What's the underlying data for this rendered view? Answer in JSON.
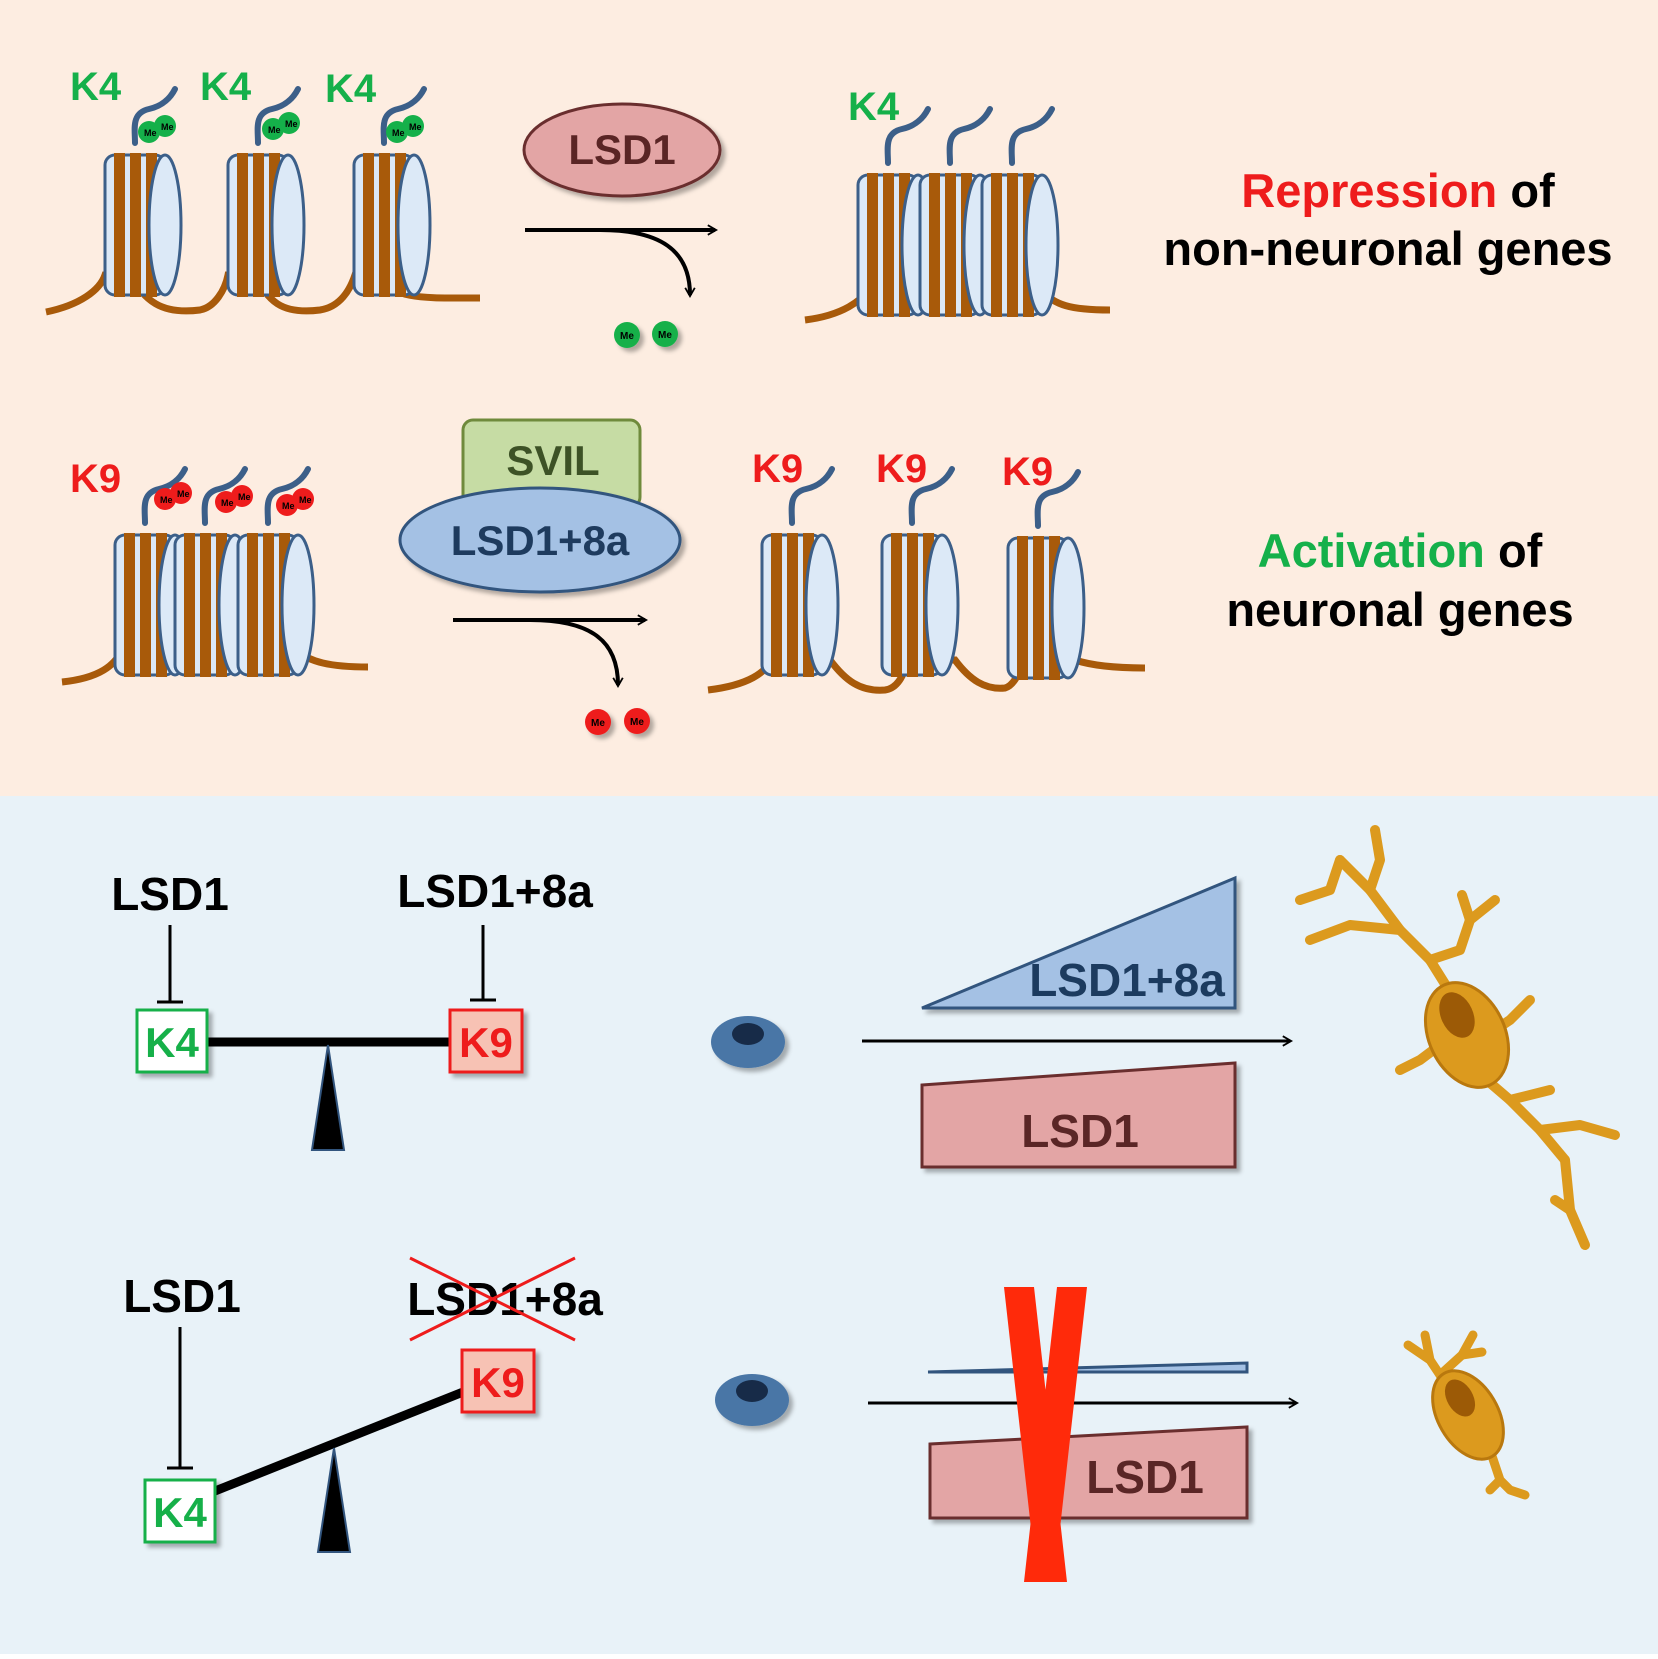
{
  "top": {
    "repression": {
      "left_marks": [
        "K4",
        "K4",
        "K4"
      ],
      "enzyme": "LSD1",
      "right_mark": "K4",
      "methyl": "Me",
      "caption_colored": "Repression",
      "caption_of": "of",
      "caption_line2": "non-neuronal genes"
    },
    "activation": {
      "left_mark": "K9",
      "cofactor": "SVIL",
      "enzyme": "LSD1+8a",
      "right_marks": [
        "K9",
        "K9",
        "K9"
      ],
      "methyl": "Me",
      "caption_colored": "Activation",
      "caption_of": "of",
      "caption_line2": "neuronal genes"
    }
  },
  "bottom": {
    "balanced": {
      "left_enzyme": "LSD1",
      "right_enzyme": "LSD1+8a",
      "left_box": "K4",
      "right_box": "K9",
      "rising_wedge": "LSD1+8a",
      "falling_wedge": "LSD1"
    },
    "tilted": {
      "left_enzyme": "LSD1",
      "right_enzyme": "LSD1+8a",
      "left_box": "K4",
      "right_box": "K9",
      "falling_wedge": "LSD1"
    }
  },
  "colors": {
    "top_bg": "#fdede1",
    "bottom_bg": "#e8f2f8",
    "green": "#15b04a",
    "red": "#ee1c1c",
    "dna": "#a85a0a",
    "histone": "#dce9f7",
    "histone_stroke": "#3c5f89",
    "lsd1_fill": "#e3a5a5",
    "lsd1_8a_fill": "#a4c1e4",
    "svil_fill": "#c6dca4",
    "neuron": "#dc9a1e"
  }
}
